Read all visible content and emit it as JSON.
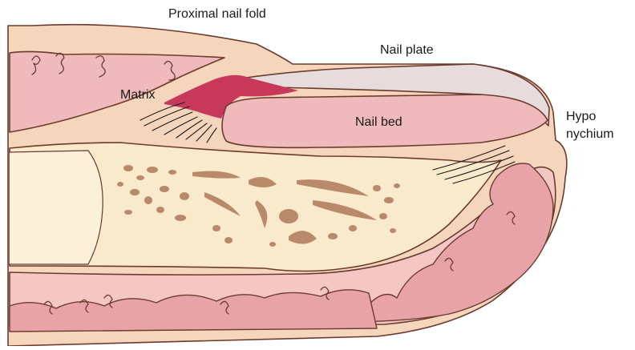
{
  "labels": {
    "proximal_nail_fold": "Proximal nail fold",
    "nail_plate": "Nail plate",
    "matrix": "Matrix",
    "nail_bed": "Nail bed",
    "hyponychium_line1": "Hypo",
    "hyponychium_line2": "nychium"
  },
  "colors": {
    "skin_outer": "#f5d5bb",
    "dermis_pink": "#f0b9bb",
    "deep_pink": "#e8a3a9",
    "nail_plate": "#e6dcdc",
    "matrix": "#c7385a",
    "bone": "#faeacc",
    "bone_trabeculae": "#b8896a",
    "outline": "#6b3b2d"
  }
}
